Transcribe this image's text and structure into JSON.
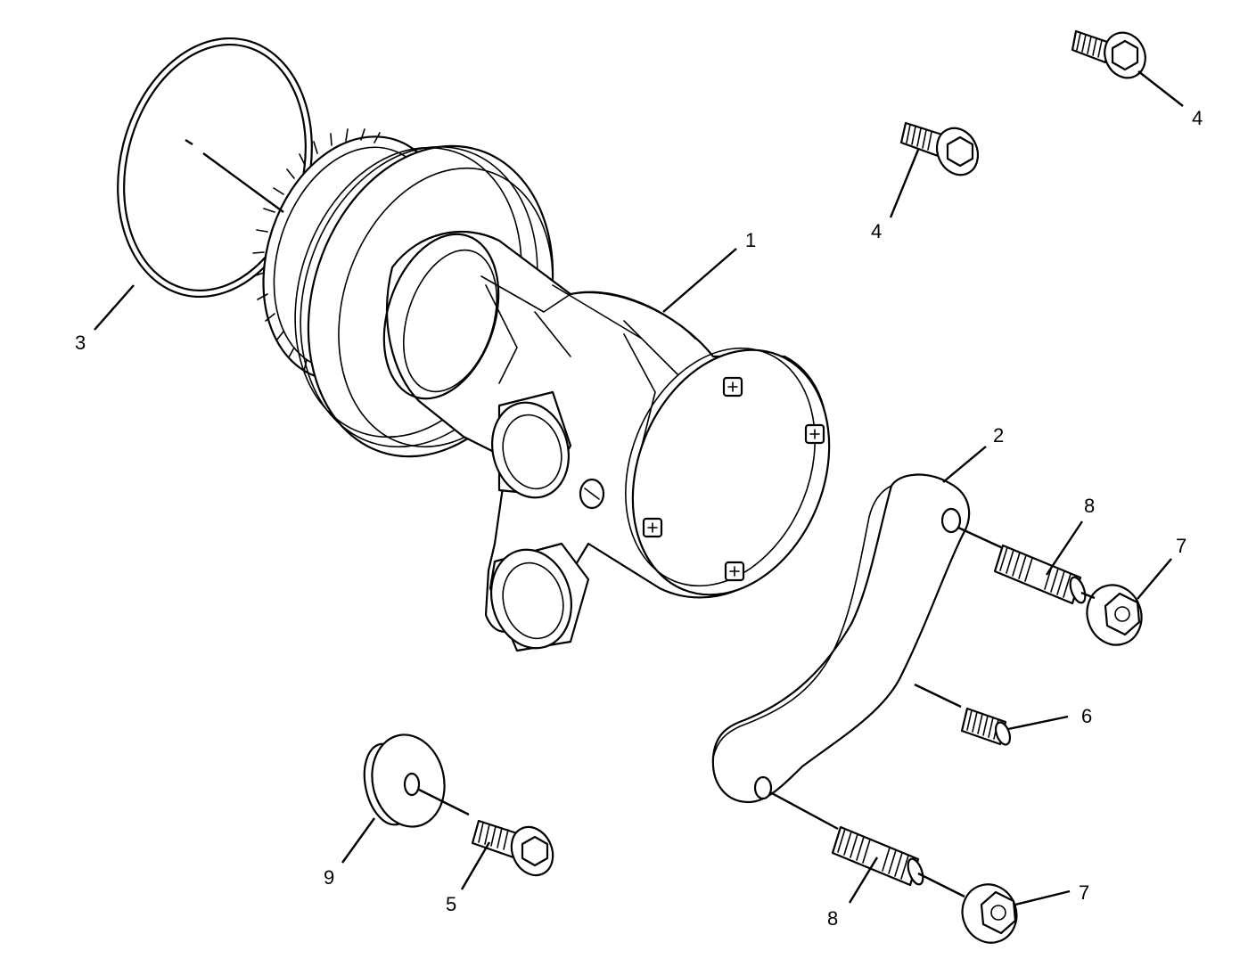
{
  "callouts": {
    "c1": "1",
    "c2": "2",
    "c3": "3",
    "c4a": "4",
    "c4b": "4",
    "c5": "5",
    "c6": "6",
    "c7a": "7",
    "c7b": "7",
    "c8a": "8",
    "c8b": "8",
    "c9": "9"
  }
}
